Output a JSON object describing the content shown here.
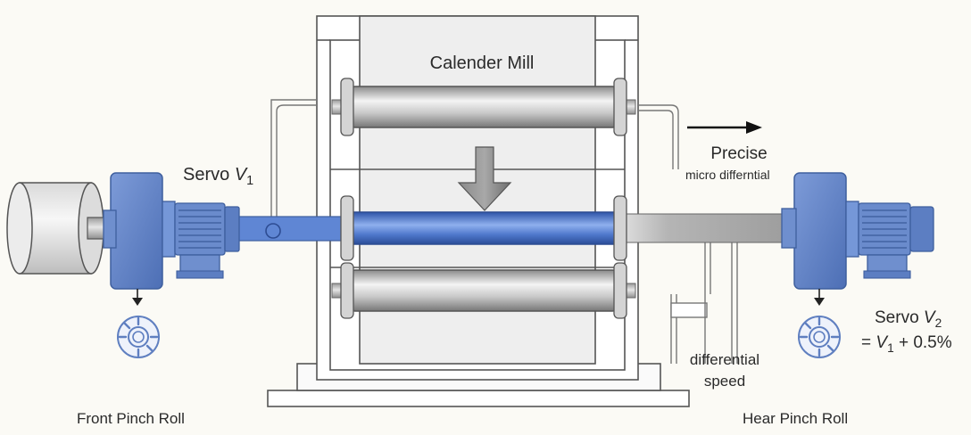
{
  "labels": {
    "calender_mill": "Calender Mill",
    "servo_v1_prefix": "Servo ",
    "servo_v1_var": "V",
    "servo_v1_sub": "1",
    "precise": "Precise",
    "micro_differential": "micro differntial",
    "servo_v2_prefix": "Servo ",
    "servo_v2_var": "V",
    "servo_v2_sub": "2",
    "v2_equals": "= ",
    "v2_var": "V",
    "v2_sub": "1",
    "v2_offset": " + 0.5%",
    "differential": "differential",
    "speed": "speed",
    "front_pinch_roll": "Front Pinch Roll",
    "rear_pinch_roll": "Hear Pinch Roll"
  },
  "icons": {
    "front_encoder": "encoder-icon",
    "rear_encoder": "encoder-icon",
    "direction": "arrow-right-icon",
    "pressure": "arrow-down-icon"
  },
  "colors": {
    "servo_blue": "#6f8fce",
    "servo_blue_dark": "#3e5f9e",
    "roll_blue": "#4f78cc",
    "steel": "#b8b8b8",
    "frame": "#555555"
  }
}
